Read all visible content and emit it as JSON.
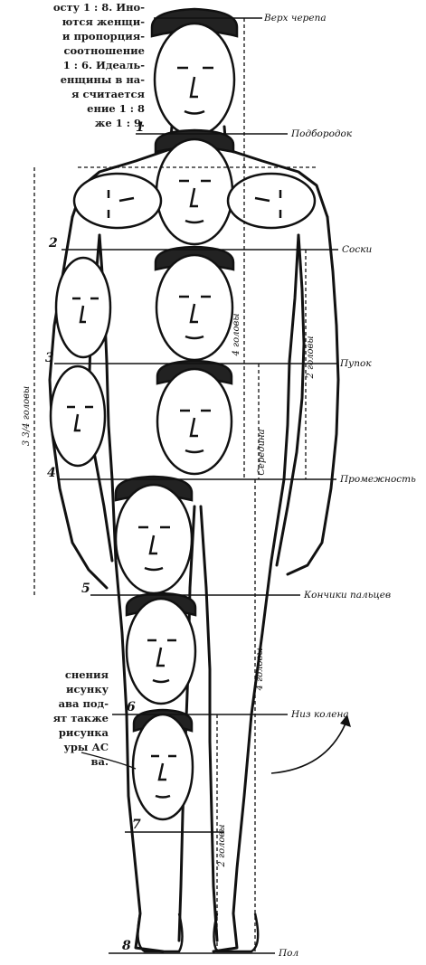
{
  "top_text": [
    "осту 1 : 8. Ино-",
    "ются женщи-",
    "и пропорция-",
    "соотношение",
    "1 : 6. Идеаль-",
    "енщины в на-",
    "я считается",
    "ение 1 : 8",
    "же 1 : 9."
  ],
  "bottom_text": [
    "снения",
    "исунку",
    "ава под-",
    "ят также",
    "рисунка",
    "уры АС",
    "ва."
  ],
  "right_labels": {
    "top_of_head": "Верх черепа",
    "chin": "Подбородок",
    "nipples": "Соски",
    "navel": "Пупок",
    "crotch": "Промежность",
    "fingertips": "Кончики пальцев",
    "below_knee": "Низ колена",
    "floor": "Пол"
  },
  "head_numbers": [
    "1",
    "2",
    "3",
    "4",
    "5",
    "6",
    "7",
    "8"
  ],
  "measure_labels": {
    "left_arm": "3 3/4 головы",
    "upper_right": "4 головы",
    "middle": "Середина",
    "right_arm": "2 головы",
    "lower_leg": "4 головы",
    "shin": "2 головы"
  },
  "colors": {
    "ink": "#111111",
    "background": "#ffffff"
  }
}
